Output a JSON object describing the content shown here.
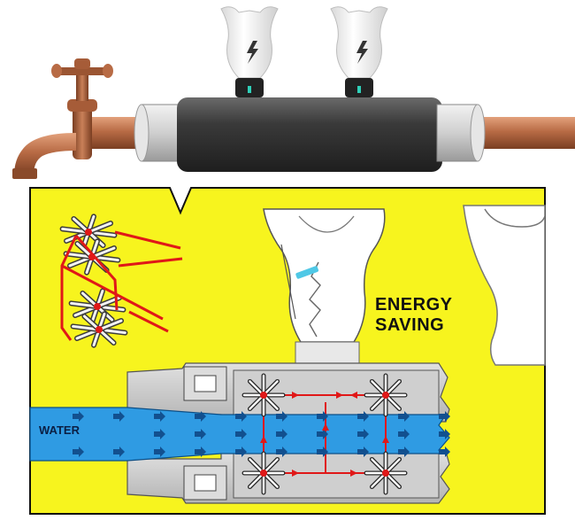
{
  "labels": {
    "energy_line1": "ENERGY",
    "energy_line2": "SAVING",
    "water": "WATER"
  },
  "colors": {
    "panel_yellow": "#f7f41e",
    "water_blue": "#2f9be3",
    "flow_arrow_blue": "#12508f",
    "wire_red": "#e01818",
    "copper": "#b86b45",
    "sleeve_dark": "#3d3d3d",
    "housing_gray": "#cfcfcf",
    "led_teal": "#2fd0b8"
  },
  "icons": {
    "bulb_symbol": "lightning-bolt-icon",
    "faucet": "tap-icon",
    "turbine": "turbine-rotor-icon"
  }
}
